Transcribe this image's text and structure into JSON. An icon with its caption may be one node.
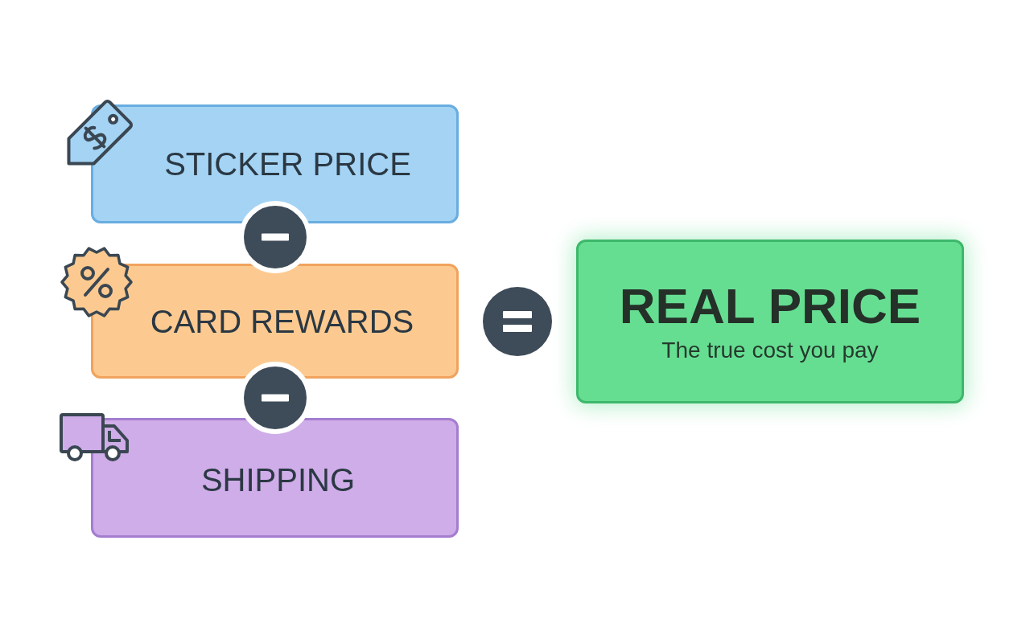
{
  "diagram": {
    "nodes": [
      {
        "text": [
          "STICKER PRICE"
        ]
      },
      {
        "text": [
          "CARD REWARDS"
        ]
      },
      {
        "text": [
          "SHIPPING"
        ]
      },
      {
        "text": [
          "REAL PRICE",
          "The true cost you pay"
        ]
      }
    ]
  }
}
